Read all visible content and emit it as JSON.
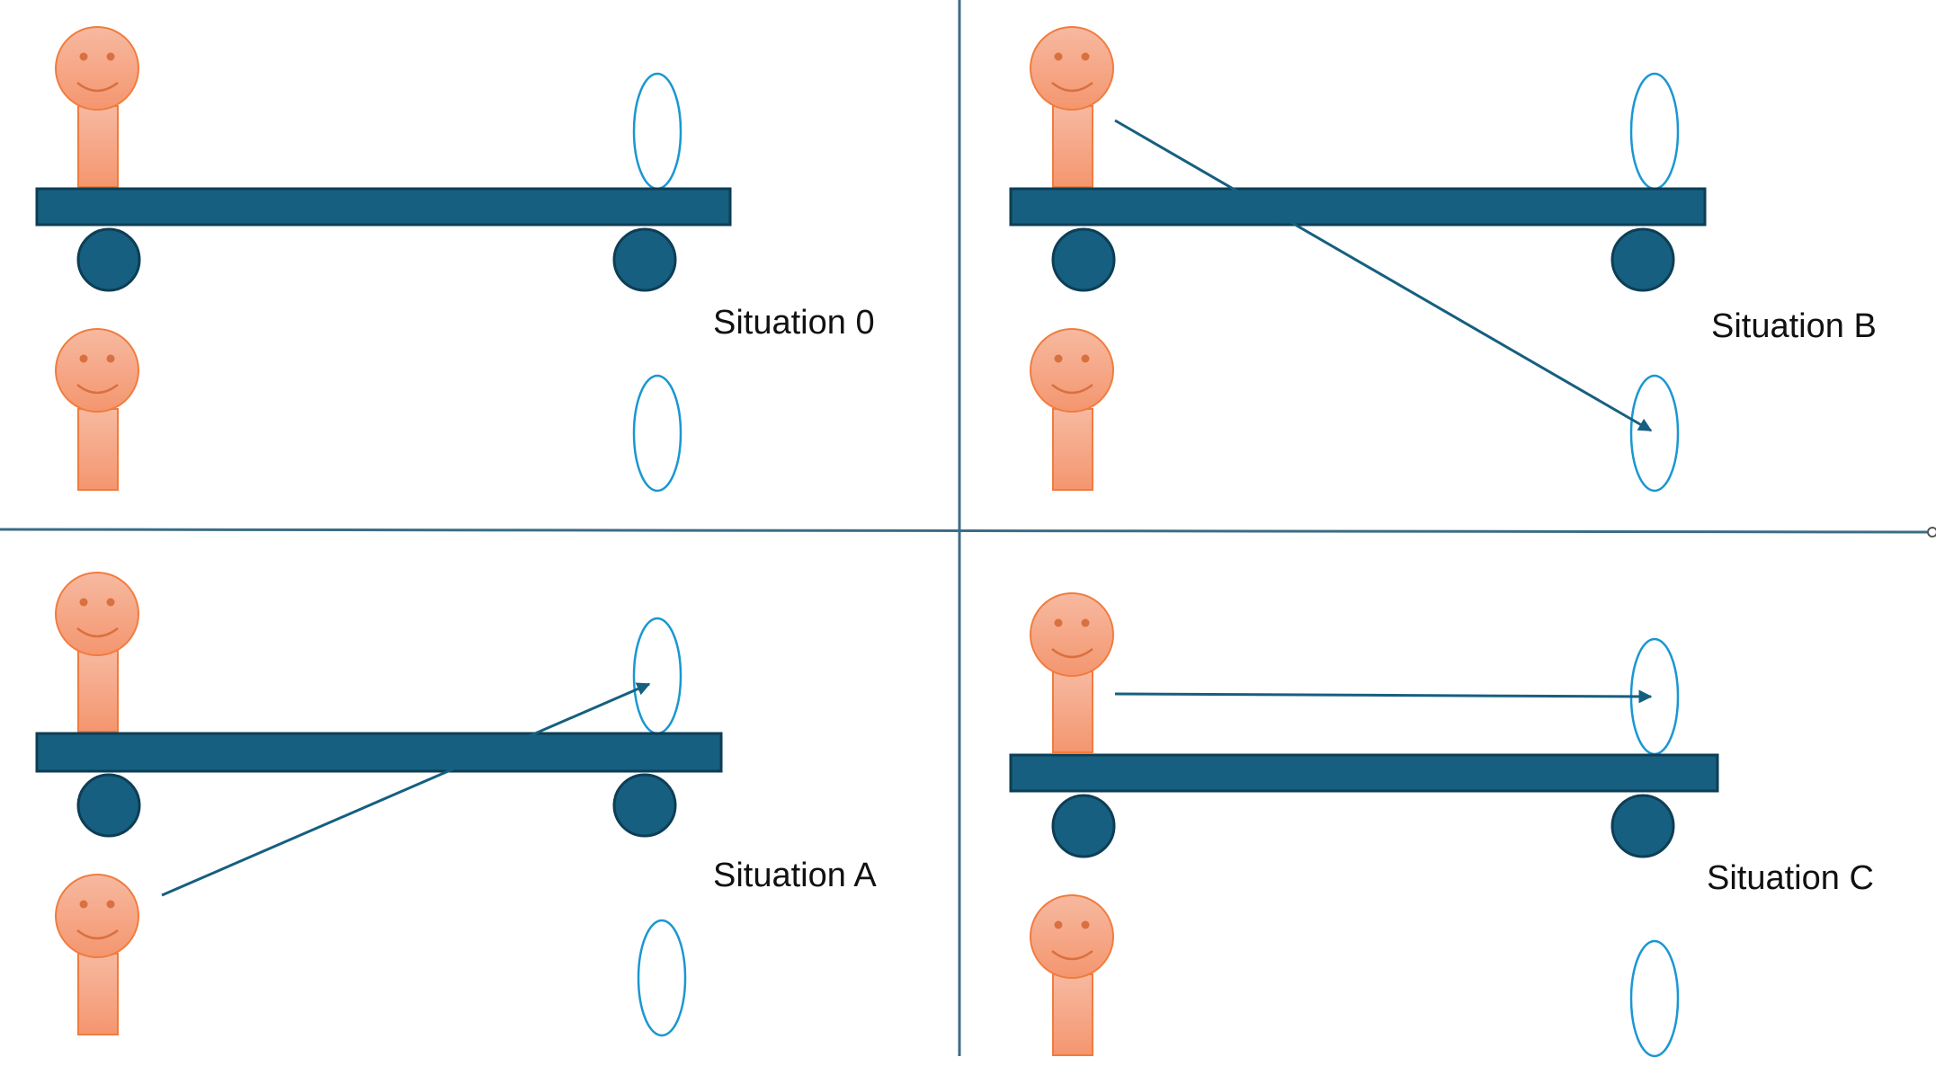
{
  "colors": {
    "figure_fill_top": "#f7b9a0",
    "figure_fill_bottom": "#f4966f",
    "figure_stroke": "#f07c3e",
    "figure_eyes": "#d9703f",
    "car": "#165f80",
    "car_stroke": "#0d3e55",
    "mirror_stroke": "#1a97d2",
    "arrow": "#165f80",
    "divider": "#3b6d84"
  },
  "panels": [
    {
      "id": "situation-0",
      "label": "Situation 0",
      "arrow": "none"
    },
    {
      "id": "situation-b",
      "label": "Situation B",
      "arrow": "top-person-to-bottom-mirror"
    },
    {
      "id": "situation-a",
      "label": "Situation A",
      "arrow": "bottom-person-to-top-mirror"
    },
    {
      "id": "situation-c",
      "label": "Situation C",
      "arrow": "top-person-to-top-mirror"
    }
  ]
}
